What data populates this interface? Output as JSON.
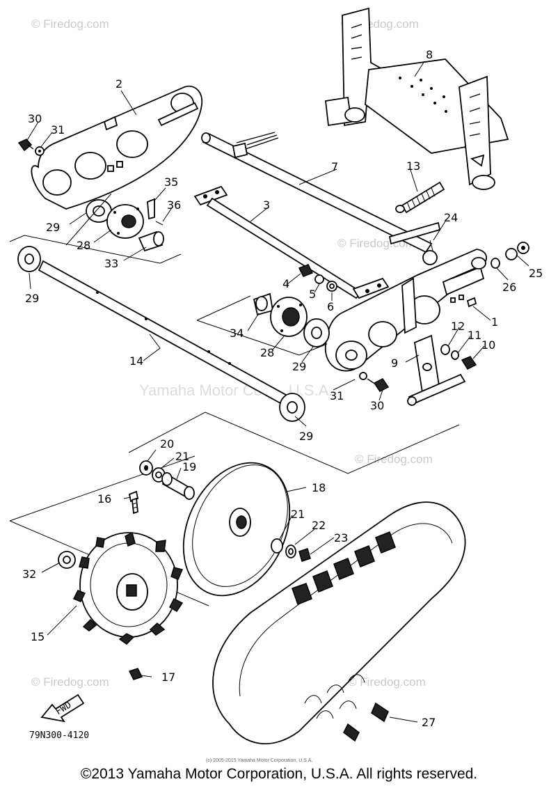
{
  "watermarks": {
    "top": "© Firedog.com",
    "mid_left": "© Firedog.com",
    "right_upper": "© Firedog.com",
    "right_mid": "© Firedog.com",
    "left_lower": "© Firedog.com",
    "right_lower": "© Firedog.com",
    "center": "Yamaha Motor Corp., U.S.A."
  },
  "fwd_label": "FWD",
  "diagram_code": "79N300-4120",
  "small_print": "(c) 2005-2015 Yamaha Motor Corporation, U.S.A.",
  "footer": "©2013 Yamaha Motor Corporation, U.S.A. All rights reserved.",
  "parts": {
    "p1": "1",
    "p2": "2",
    "p3": "3",
    "p4": "4",
    "p5": "5",
    "p6": "6",
    "p7": "7",
    "p8": "8",
    "p9": "9",
    "p10": "10",
    "p11": "11",
    "p12": "12",
    "p13": "13",
    "p14": "14",
    "p15": "15",
    "p16": "16",
    "p17": "17",
    "p18": "18",
    "p19": "19",
    "p20": "20",
    "p21a": "21",
    "p21b": "21",
    "p22": "22",
    "p23": "23",
    "p24": "24",
    "p25": "25",
    "p26": "26",
    "p27": "27",
    "p28a": "28",
    "p28b": "28",
    "p29a": "29",
    "p29b": "29",
    "p29c": "29",
    "p29d": "29",
    "p30a": "30",
    "p30b": "30",
    "p31a": "31",
    "p31b": "31",
    "p32": "32",
    "p33": "33",
    "p34": "34",
    "p35": "35",
    "p36": "36"
  }
}
